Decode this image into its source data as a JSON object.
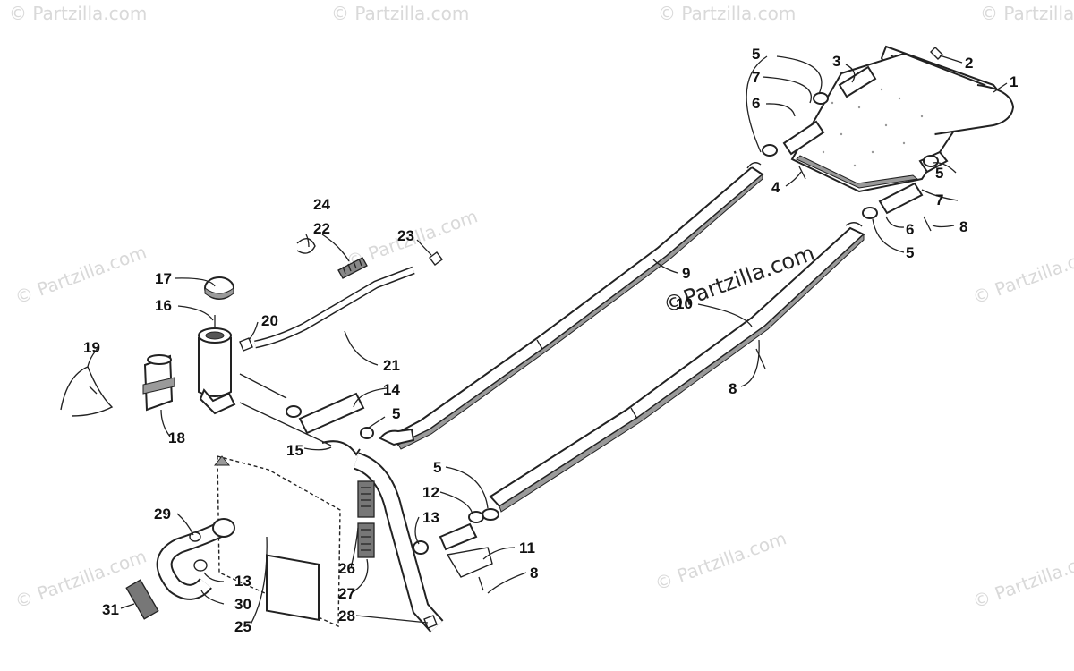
{
  "watermark": {
    "text": "© Partzilla.com",
    "center_text": "©Partzilla.com"
  },
  "callouts": {
    "c1": "1",
    "c2": "2",
    "c3": "3",
    "c4": "4",
    "c5a": "5",
    "c5b": "5",
    "c5c": "5",
    "c5d": "5",
    "c5e": "5",
    "c6a": "6",
    "c6b": "6",
    "c7a": "7",
    "c7b": "7",
    "c8a": "8",
    "c8b": "8",
    "c8c": "8",
    "c9": "9",
    "c10": "10",
    "c11": "11",
    "c12": "12",
    "c13a": "13",
    "c13b": "13",
    "c14": "14",
    "c15": "15",
    "c16": "16",
    "c17": "17",
    "c18": "18",
    "c19": "19",
    "c20": "20",
    "c21": "21",
    "c22": "22",
    "c23": "23",
    "c24": "24",
    "c25": "25",
    "c26": "26",
    "c27": "27",
    "c28": "28",
    "c29": "29",
    "c30": "30",
    "c31": "31"
  }
}
